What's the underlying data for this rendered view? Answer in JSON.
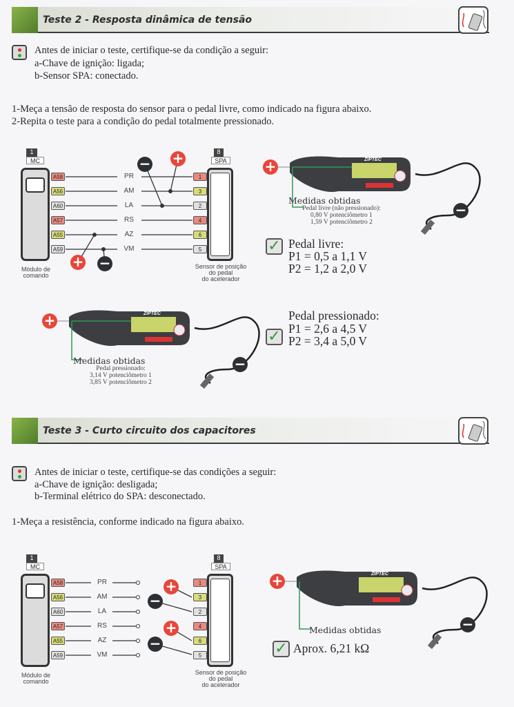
{
  "test2": {
    "title": "Teste 2 - Resposta dinâmica de tensão",
    "precondition": [
      "Antes de iniciar o teste, certifique-se da condição a seguir:",
      "a-Chave de ignição: ligada;",
      "b-Sensor SPA: conectado."
    ],
    "steps": [
      "1-Meça a tensão de resposta do sensor para o pedal livre, como indicado na figura abaixo.",
      "2-Repita o teste para a condição do pedal totalmente pressionado."
    ],
    "meter1": {
      "heading": "Medidas obtidas",
      "lines": [
        "Pedal livre (não pressionado):",
        "0,80 V potenciômetro 1",
        "1,59 V potenciômetro 2"
      ]
    },
    "meter2": {
      "heading": "Medidas obtidas",
      "lines": [
        "Pedal pressionado:",
        "3,14 V potenciômetro 1",
        "3,85 V potenciômetro 2"
      ]
    },
    "result1": [
      "Pedal livre:",
      "P1 = 0,5 a 1,1 V",
      "P2 = 1,2 a 2,0 V"
    ],
    "result2": [
      "Pedal pressionado:",
      "P1 = 2,6 a 4,5 V",
      "P2 = 3,4 a 5,0 V"
    ]
  },
  "test3": {
    "title": "Teste 3 - Curto circuito dos capacitores",
    "precondition": [
      "Antes de iniciar o teste, certifique-se das condições a seguir:",
      "a-Chave de ignição: desligada;",
      "b-Terminal elétrico do SPA: desconectado."
    ],
    "steps": [
      "1-Meça a resistência, conforme indicado na figura abaixo."
    ],
    "meter": {
      "heading": "Medidas obtidas"
    },
    "result": "Aprox. 6,21 kΩ"
  },
  "diagram": {
    "mc_number": "1",
    "mc_label": "MC",
    "mc_caption": [
      "Módulo de",
      "comando"
    ],
    "spa_number": "8",
    "spa_label": "SPA",
    "spa_caption": [
      "Sensor de posição",
      "do pedal",
      "do acelerador"
    ],
    "wires": [
      {
        "pin": "A58",
        "color": "PR",
        "spa_pin": "1",
        "fill": "#e98a80"
      },
      {
        "pin": "A56",
        "color": "AM",
        "spa_pin": "3",
        "fill": "#d8dc7a"
      },
      {
        "pin": "A60",
        "color": "LA",
        "spa_pin": "2",
        "fill": "#e2e2e2"
      },
      {
        "pin": "A57",
        "color": "RS",
        "spa_pin": "4",
        "fill": "#e98a80"
      },
      {
        "pin": "A55",
        "color": "AZ",
        "spa_pin": "6",
        "fill": "#d8dc7a"
      },
      {
        "pin": "A59",
        "color": "VM",
        "spa_pin": "5",
        "fill": "#e2e2e2"
      }
    ],
    "meter_brand": "ZIPTEC"
  }
}
